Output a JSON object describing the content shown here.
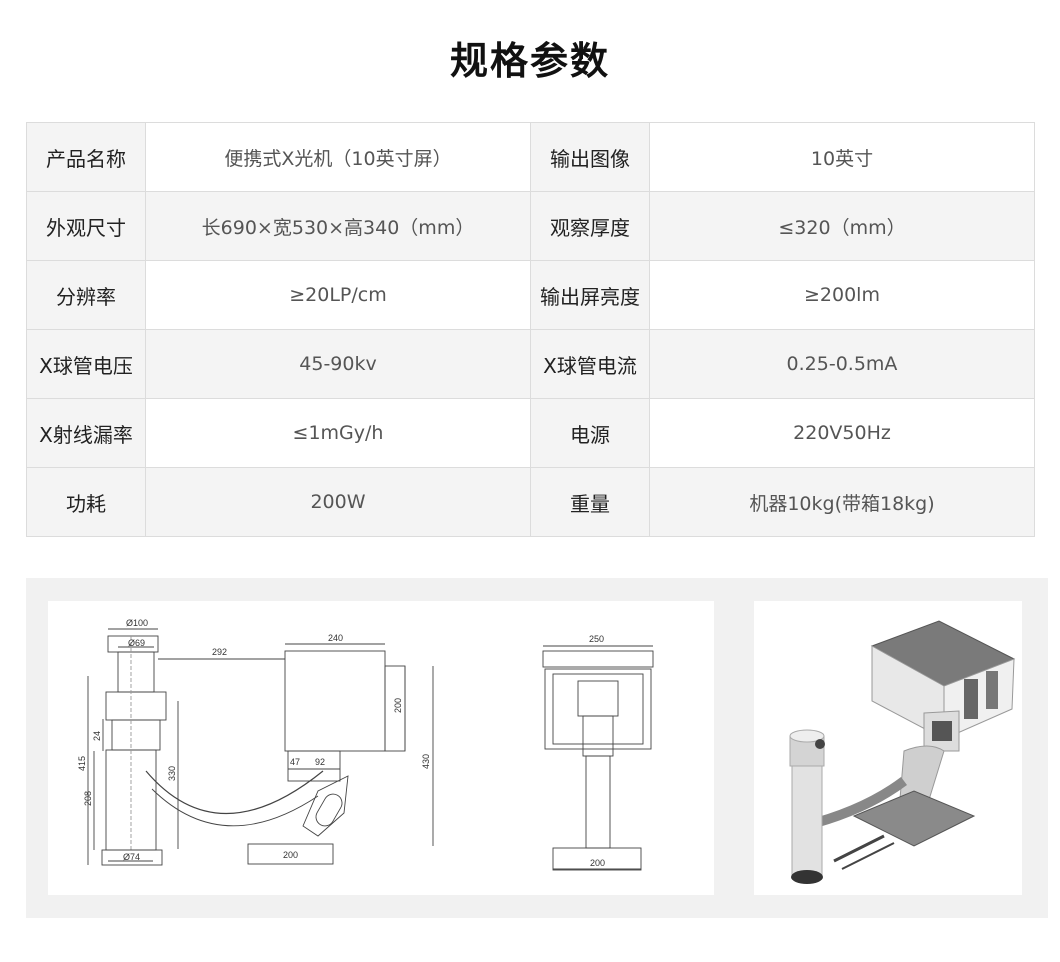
{
  "title": "规格参数",
  "specs": [
    {
      "label1": "产品名称",
      "value1": "便携式X光机（10英寸屏）",
      "label2": "输出图像",
      "value2": "10英寸"
    },
    {
      "label1": "外观尺寸",
      "value1": "长690×宽530×高340（mm）",
      "label2": "观察厚度",
      "value2": "≤320（mm）"
    },
    {
      "label1": "分辨率",
      "value1": "≥20LP/cm",
      "label2": "输出屏亮度",
      "value2": "≥200lm"
    },
    {
      "label1": "X球管电压",
      "value1": "45-90kv",
      "label2": "X球管电流",
      "value2": "0.25-0.5mA"
    },
    {
      "label1": "X射线漏率",
      "value1": "≤1mGy/h",
      "label2": "电源",
      "value2": "220V50Hz"
    },
    {
      "label1": "功耗",
      "value1": "200W",
      "label2": "重量",
      "value2": "机器10kg(带箱18kg)"
    }
  ],
  "drawings": {
    "side": {
      "d100": "Ø100",
      "d69": "Ø69",
      "w292": "292",
      "w240": "240",
      "h200": "200",
      "h415": "415",
      "h24": "24",
      "h208": "208",
      "h330": "330",
      "h430": "430",
      "w47": "47",
      "w92": "92",
      "base200": "200",
      "d74": "Ø74"
    },
    "front": {
      "w250": "250",
      "base200": "200"
    }
  }
}
